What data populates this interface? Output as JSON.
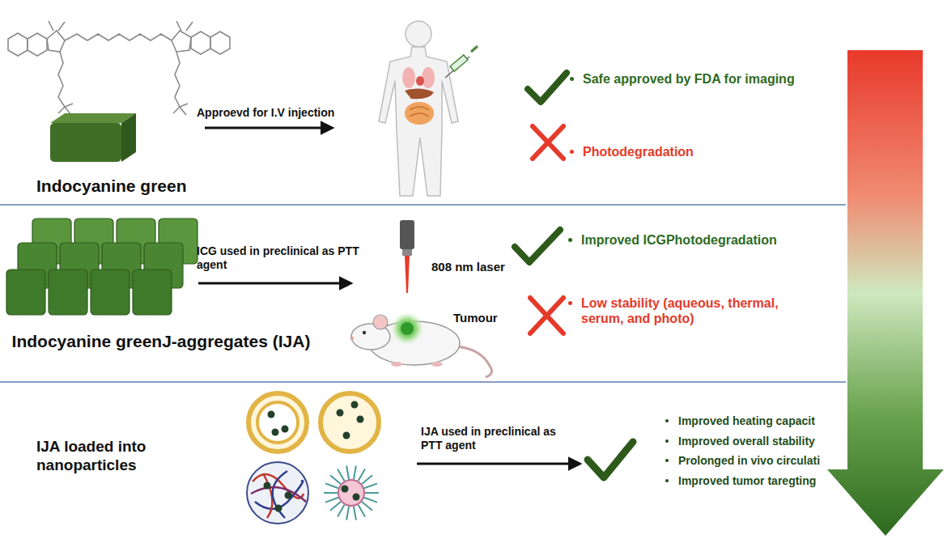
{
  "diagram": {
    "labels": [
      "Indocyanine green",
      "Approevd for I.V injection",
      "Safe approved by FDA for imaging",
      "Photodegradation",
      "Indocyanine greenJ-aggregates (IJA)",
      "ICG used in preclinical as PTT agent",
      "808 nm laser",
      "Tumour",
      "Improved ICGPhotodegradation",
      "Low stability (aqueous, thermal, serum, and photo)",
      "IJA loaded into nanoparticles",
      "IJA used in preclinical as PTT agent",
      "Improved heating capacit",
      "Improved overall stability",
      "Prolonged in vivo circulati",
      "Improved tumor taregting"
    ]
  }
}
